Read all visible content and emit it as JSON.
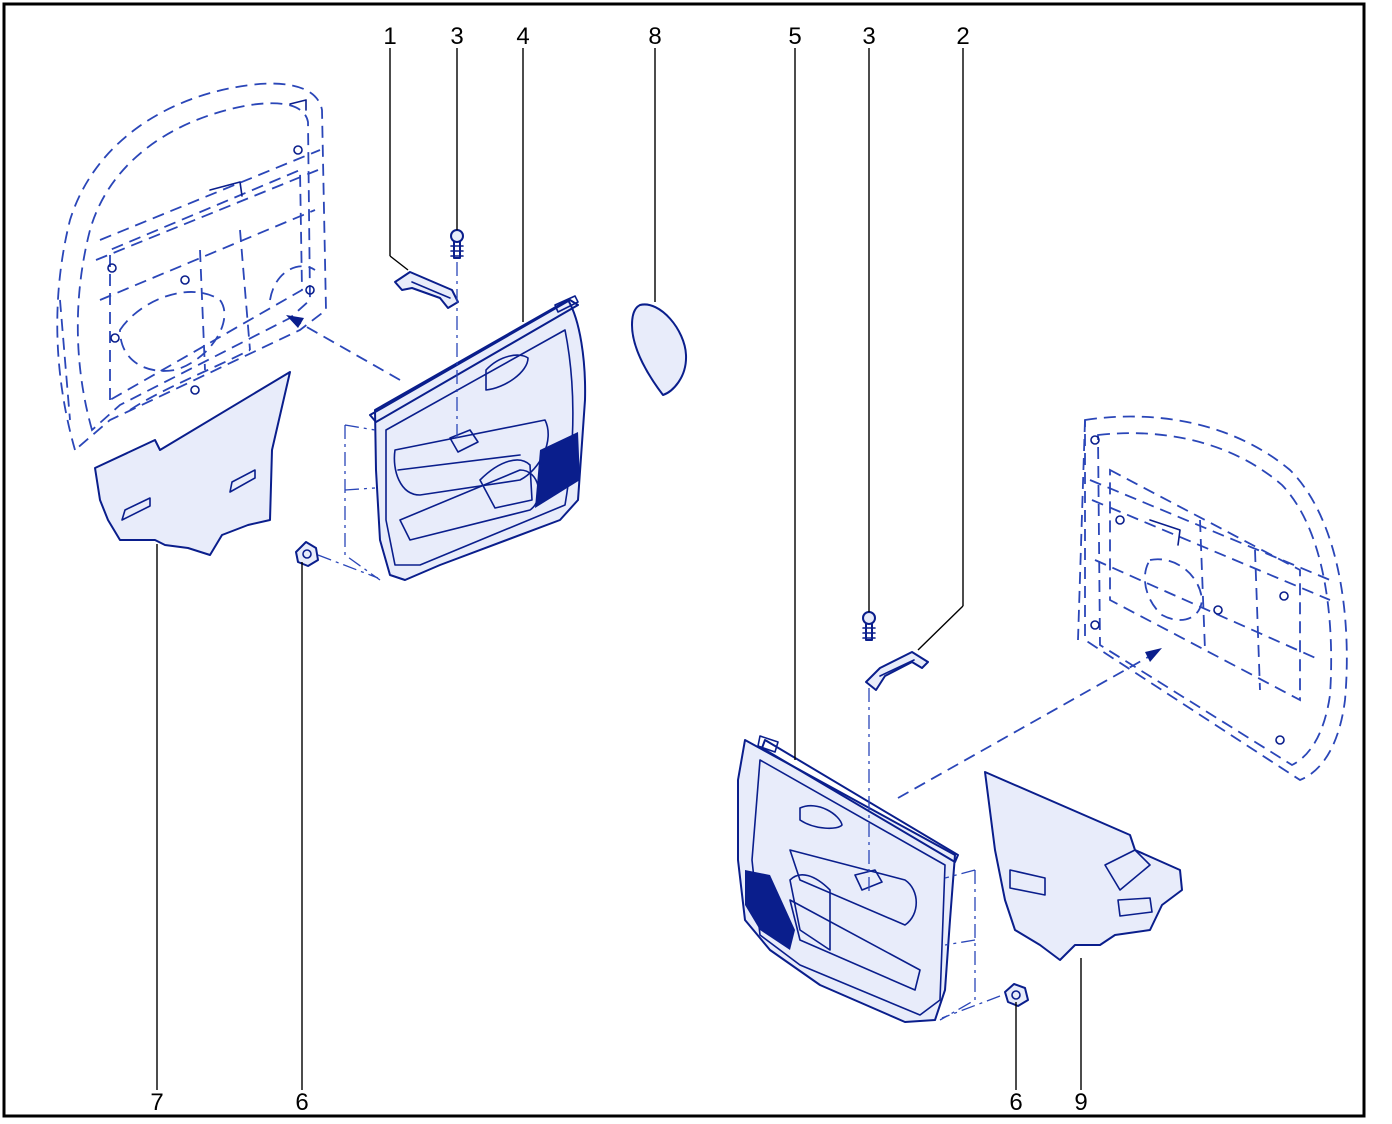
{
  "callouts": {
    "c1": "1",
    "c2": "2",
    "c3a": "3",
    "c3b": "3",
    "c4": "4",
    "c5": "5",
    "c6a": "6",
    "c6b": "6",
    "c7": "7",
    "c8": "8",
    "c9": "9"
  },
  "colors": {
    "ink": "#0a1e8c",
    "frame": "#000000",
    "background": "#ffffff"
  }
}
